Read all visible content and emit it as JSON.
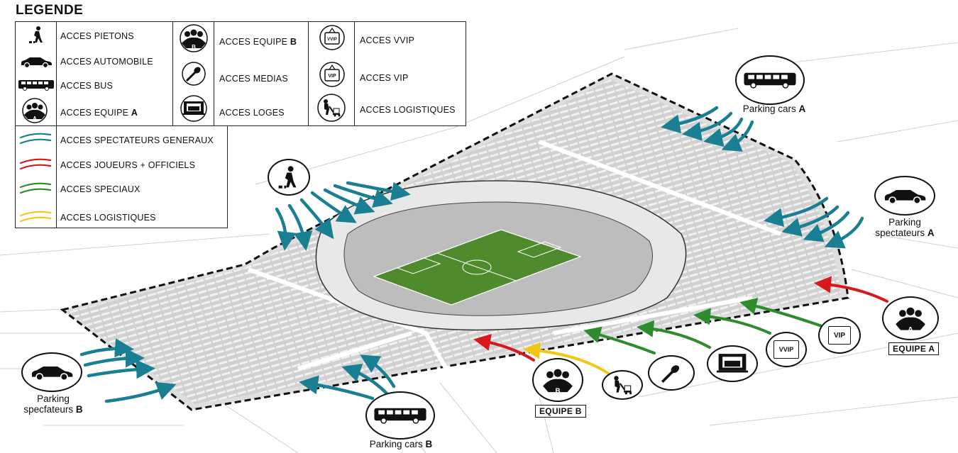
{
  "legend": {
    "title": "LEGENDE",
    "col1": [
      {
        "icon": "pedestrian-icon",
        "label": "ACCES PIETONS"
      },
      {
        "icon": "car-icon",
        "label": "ACCES AUTOMOBILE"
      },
      {
        "icon": "bus-icon",
        "label": "ACCES BUS"
      },
      {
        "icon": "team-a-icon",
        "label": "ACCES EQUIPE ",
        "bold": "A"
      }
    ],
    "col2": [
      {
        "icon": "team-b-icon",
        "label": "ACCES EQUIPE ",
        "bold": "B"
      },
      {
        "icon": "microphone-icon",
        "label": "ACCES MEDIAS"
      },
      {
        "icon": "loges-icon",
        "label": "ACCES LOGES"
      }
    ],
    "col3": [
      {
        "icon": "vvip-badge-icon",
        "label": "ACCES VVIP"
      },
      {
        "icon": "vip-badge-icon",
        "label": "ACCES VIP"
      },
      {
        "icon": "trolley-icon",
        "label": "ACCES LOGISTIQUES"
      }
    ],
    "arrows": [
      {
        "color": "#1b7f93",
        "label": "ACCES SPECTATEURS GENERAUX"
      },
      {
        "color": "#d7191c",
        "label": "ACCES JOUEURS + OFFICIELS"
      },
      {
        "color": "#2e8b2e",
        "label": "ACCES SPECIAUX"
      },
      {
        "color": "#f2c718",
        "label": "ACCES LOGISTIQUES"
      }
    ]
  },
  "callouts": {
    "parking_cars_a": {
      "text": "Parking cars ",
      "bold": "A"
    },
    "parking_spect_a_line1": "Parking",
    "parking_spect_a_line2": "spectateurs ",
    "parking_spect_a_bold": "A",
    "parking_spect_b_line1": "Parking",
    "parking_spect_b_line2": "specfateurs ",
    "parking_spect_b_bold": "B",
    "parking_cars_b": {
      "text": "Parking cars ",
      "bold": "B"
    },
    "equipe_a": "EQUIPE A",
    "equipe_b": "EQUIPE B",
    "vvip": "VVIP",
    "vip": "VIP"
  },
  "colors": {
    "spectators": "#1b7f93",
    "players": "#d7191c",
    "special": "#2e8b2e",
    "logistics": "#f2c718",
    "pitch": "#4f8a2c",
    "site": "#dcdcdc"
  }
}
